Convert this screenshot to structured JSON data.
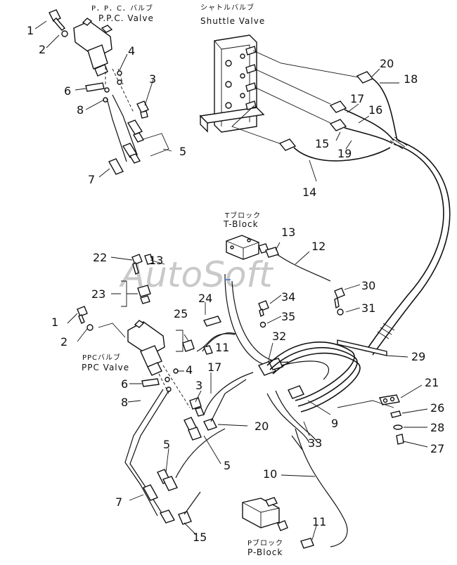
{
  "watermark": "AutoSoft",
  "labels": {
    "ppc_valve_top_jp": "P．P．C．バルブ",
    "ppc_valve_top_en": "P.P.C. Valve",
    "shuttle_valve_jp": "シャトルバルブ",
    "shuttle_valve_en": "Shuttle Valve",
    "t_block_jp": "Tブロック",
    "t_block_en": "T-Block",
    "ppc_valve_mid_jp": "PPCバルブ",
    "ppc_valve_mid_en": "PPC Valve",
    "p_block_jp": "Pブロック",
    "p_block_en": "P-Block"
  },
  "callouts": {
    "c1a": "1",
    "c2a": "2",
    "c4a": "4",
    "c3a": "3",
    "c6a": "6",
    "c8a": "8",
    "c5a": "5",
    "c7a": "7",
    "c20a": "20",
    "c18": "18",
    "c17a": "17",
    "c16": "16",
    "c15a": "15",
    "c19": "19",
    "c14": "14",
    "c13a": "13",
    "c12": "12",
    "c22": "22",
    "c13b": "13",
    "c23": "23",
    "c24": "24",
    "c34": "34",
    "c30": "30",
    "c35": "35",
    "c31": "31",
    "c1b": "1",
    "c25": "25",
    "c32": "32",
    "c2b": "2",
    "c11a": "11",
    "c4b": "4",
    "c17b": "17",
    "c29": "29",
    "c6b": "6",
    "c3b": "3",
    "c21": "21",
    "c8b": "8",
    "c20b": "20",
    "c9": "9",
    "c26": "26",
    "c33": "33",
    "c28": "28",
    "c27": "27",
    "c5b": "5",
    "c5c": "5",
    "c10": "10",
    "c7b": "7",
    "c11b": "11",
    "c15b": "15"
  }
}
